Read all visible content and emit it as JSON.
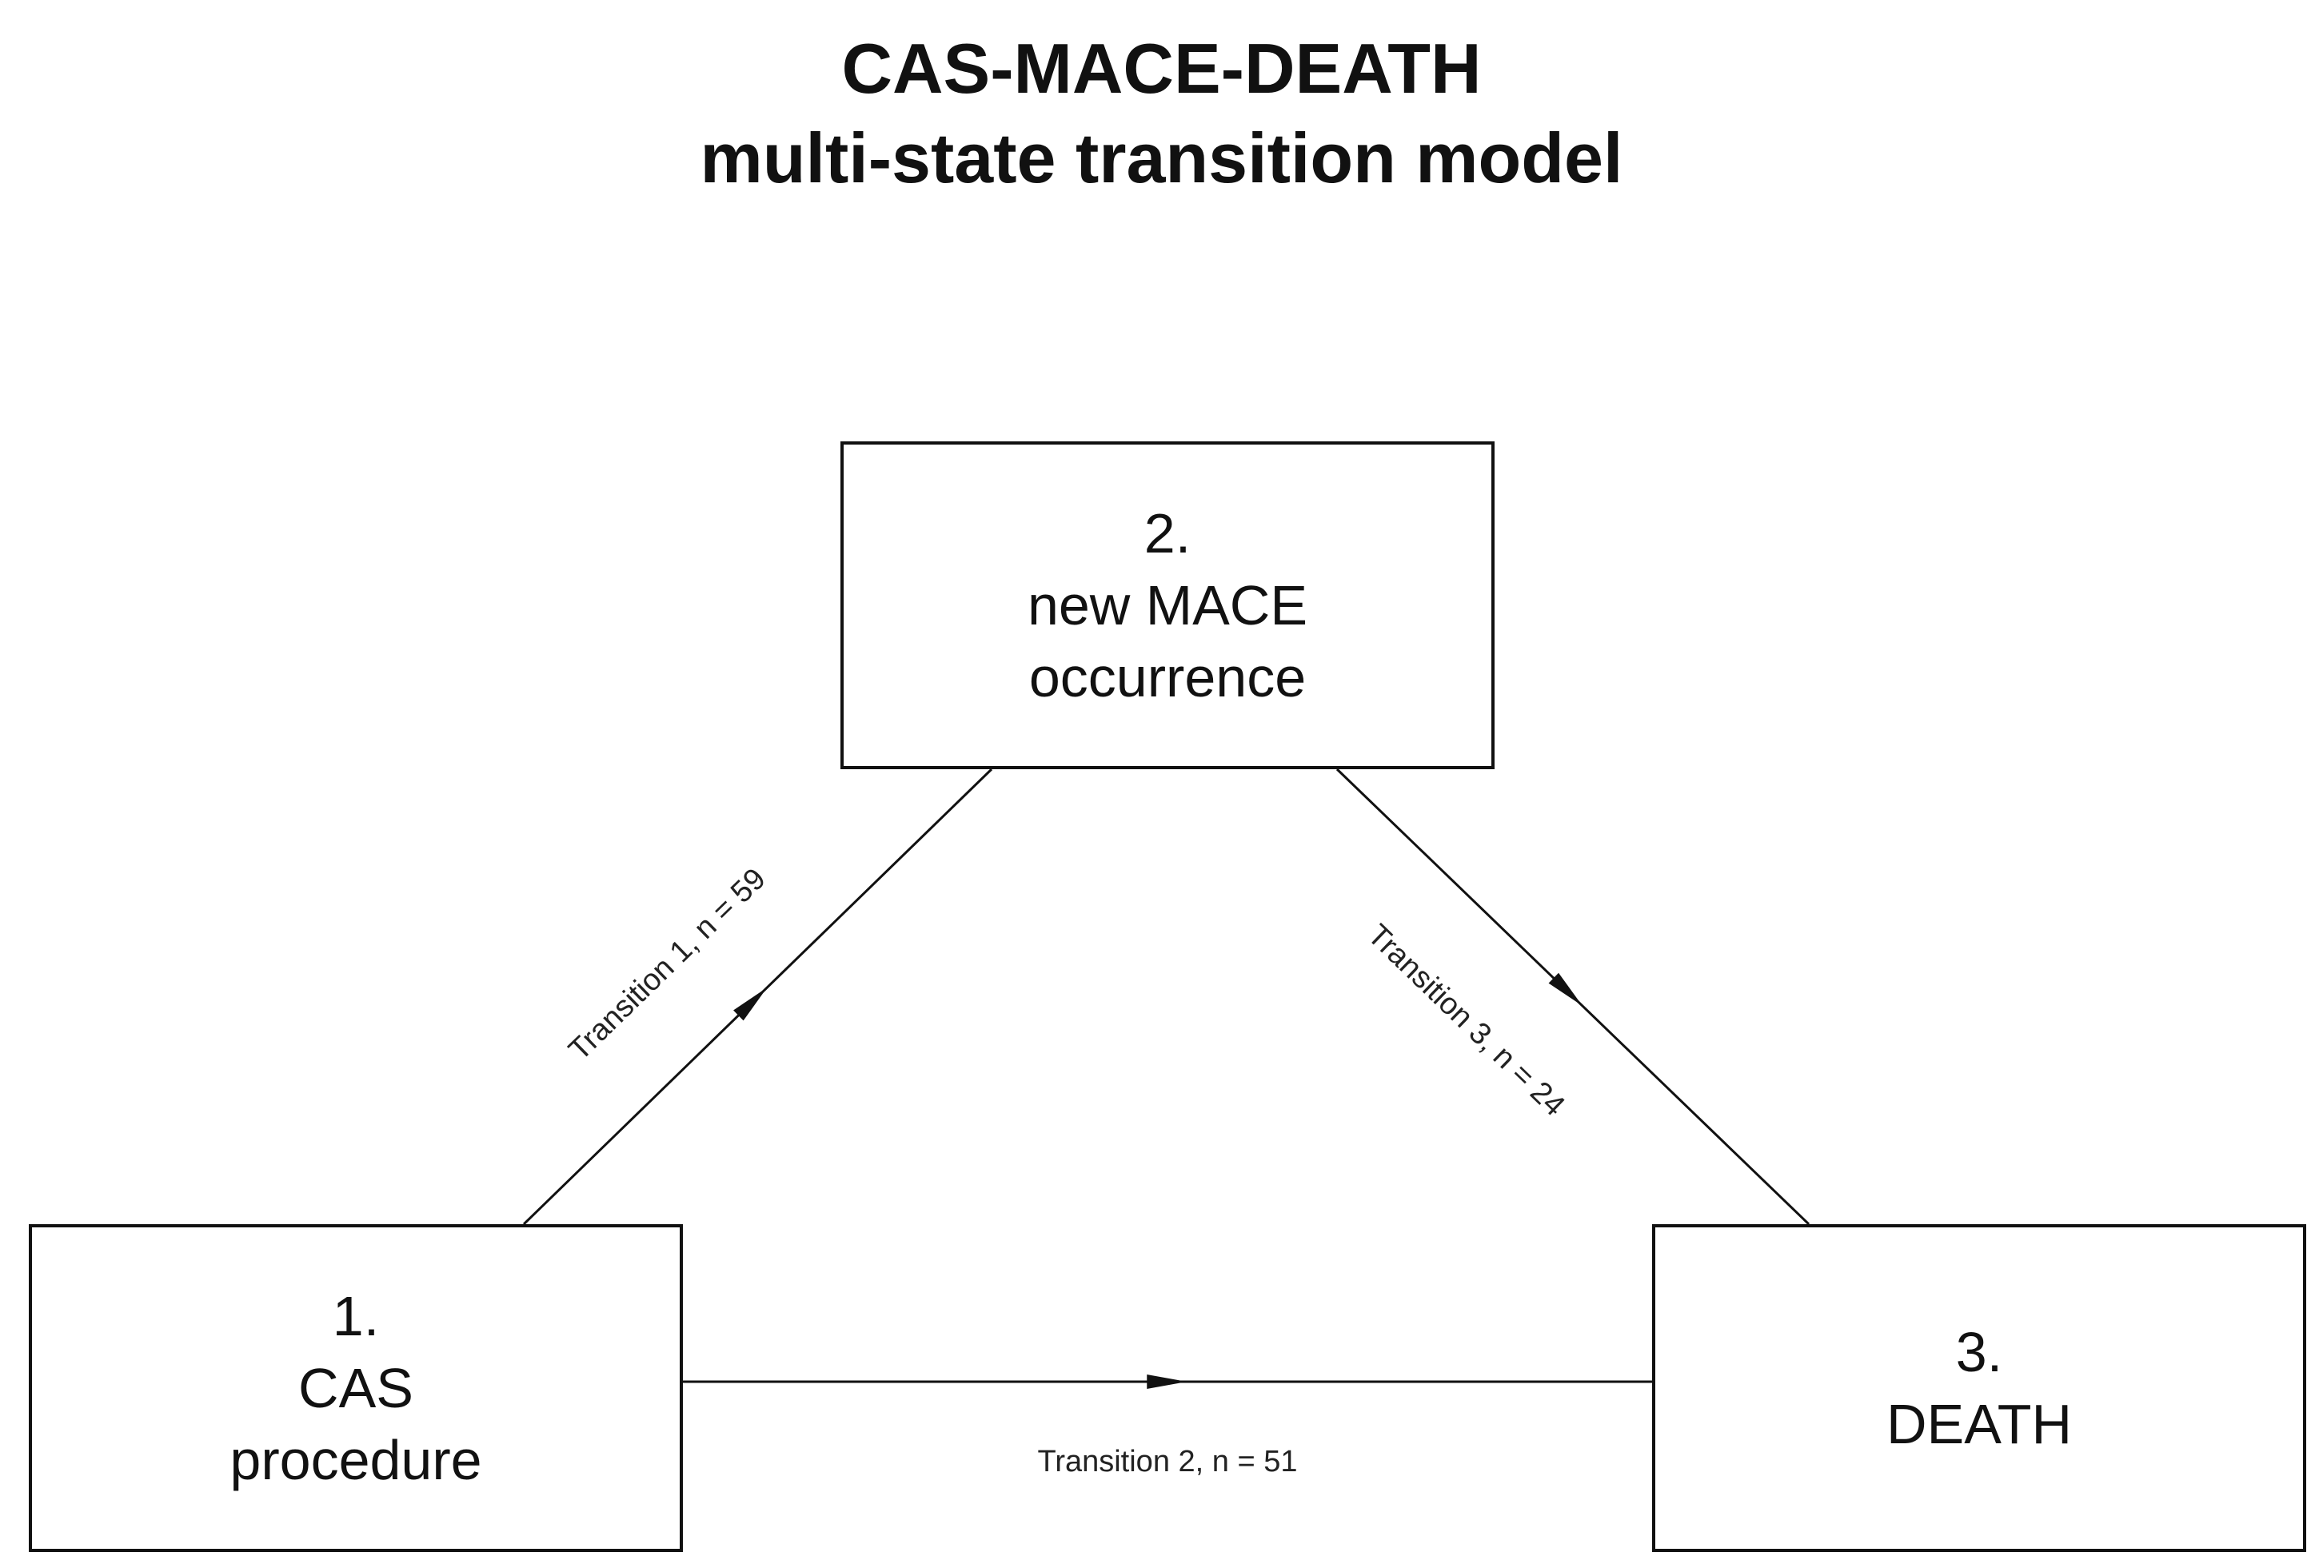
{
  "title": {
    "line1": "CAS-MACE-DEATH",
    "line2": "multi-state transition model"
  },
  "states": {
    "cas": {
      "number": "1.",
      "line1": "CAS",
      "line2": "procedure"
    },
    "mace": {
      "number": "2.",
      "line1": "new MACE",
      "line2": "occurrence"
    },
    "death": {
      "number": "3.",
      "line1": "DEATH"
    }
  },
  "transitions": {
    "t1": {
      "label": "Transition 1, n = 59",
      "from": "1.",
      "to": "2.",
      "n": 59
    },
    "t2": {
      "label": "Transition 2, n = 51",
      "from": "1.",
      "to": "3.",
      "n": 51
    },
    "t3": {
      "label": "Transition 3, n = 24",
      "from": "2.",
      "to": "3.",
      "n": 24
    }
  },
  "colors": {
    "line": "#111111",
    "text": "#111111",
    "background": "#ffffff"
  }
}
